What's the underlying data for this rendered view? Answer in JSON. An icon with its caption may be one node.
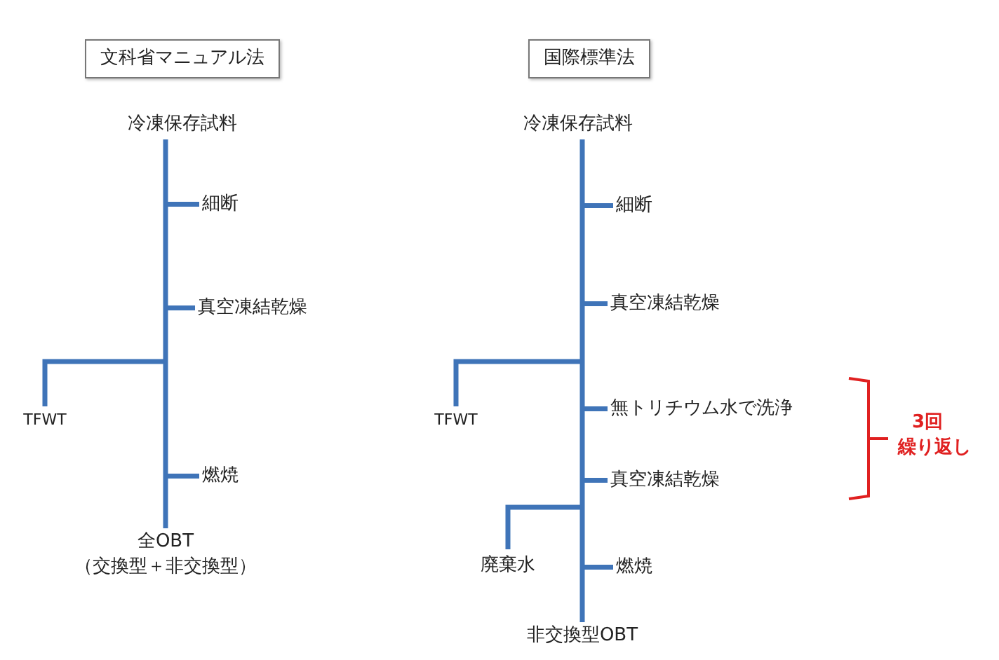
{
  "diagram": {
    "nodes": [
      {
        "text": [
          "文科省マニュアル法"
        ]
      },
      {
        "text": [
          "冷凍保存試料"
        ]
      },
      {
        "text": [
          "細断"
        ]
      },
      {
        "text": [
          "真空凍結乾燥"
        ]
      },
      {
        "text": [
          "TFWT"
        ]
      },
      {
        "text": [
          "燃焼"
        ]
      },
      {
        "text": [
          "全OBT",
          "（交換型＋非交換型）"
        ]
      },
      {
        "text": [
          "国際標準法"
        ]
      },
      {
        "text": [
          "冷凍保存試料"
        ]
      },
      {
        "text": [
          "細断"
        ]
      },
      {
        "text": [
          "真空凍結乾燥"
        ]
      },
      {
        "text": [
          "TFWT"
        ]
      },
      {
        "text": [
          "無トリチウム水で洗浄"
        ]
      },
      {
        "text": [
          "真空凍結乾燥"
        ]
      },
      {
        "text": [
          "廃棄水"
        ]
      },
      {
        "text": [
          "燃焼"
        ]
      },
      {
        "text": [
          "非交換型OBT"
        ]
      }
    ],
    "edges": [
      {
        "from": 1,
        "to": 6,
        "arrow": "none"
      },
      {
        "from": null,
        "to": 2,
        "arrow": "none"
      },
      {
        "from": null,
        "to": 3,
        "arrow": "none"
      },
      {
        "from": null,
        "to": 4,
        "arrow": "none"
      },
      {
        "from": null,
        "to": 5,
        "arrow": "none"
      },
      {
        "from": 8,
        "to": 16,
        "arrow": "none"
      },
      {
        "from": null,
        "to": 9,
        "arrow": "none"
      },
      {
        "from": null,
        "to": 10,
        "arrow": "none"
      },
      {
        "from": null,
        "to": 11,
        "arrow": "none"
      },
      {
        "from": null,
        "to": 12,
        "arrow": "none"
      },
      {
        "from": null,
        "to": 13,
        "arrow": "none"
      },
      {
        "from": null,
        "to": 14,
        "arrow": "none"
      },
      {
        "from": null,
        "to": 15,
        "arrow": "none"
      }
    ],
    "labels": [
      "3回",
      "繰り返し"
    ]
  }
}
